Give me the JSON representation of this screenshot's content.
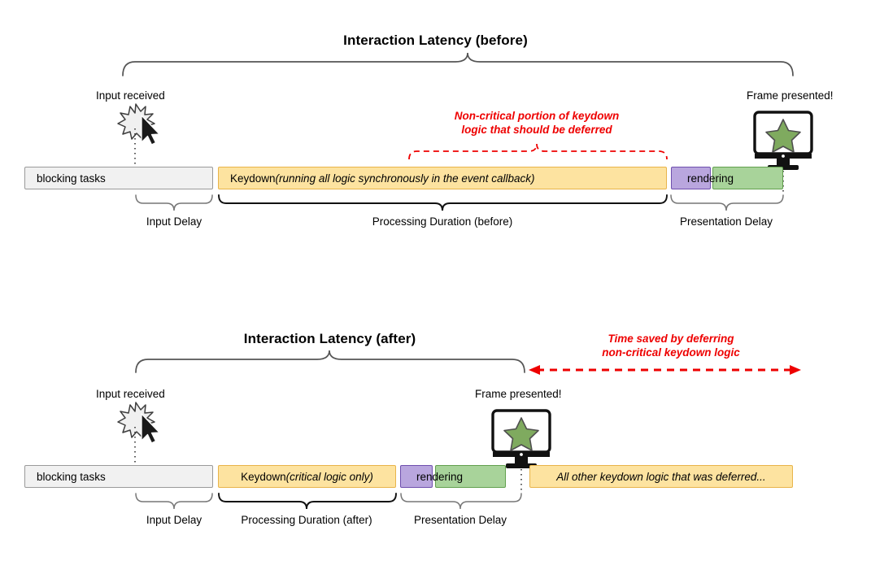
{
  "diagram": {
    "sections": [
      {
        "id": "before",
        "title": "Interaction Latency (before)",
        "input_label": "Input received",
        "frame_label": "Frame presented!",
        "annotation": {
          "line1": "Non-critical portion of keydown",
          "line2": "logic that should be deferred"
        },
        "bars": [
          {
            "id": "blocking-tasks",
            "label": "blocking tasks",
            "color": "#f1f1f1"
          },
          {
            "id": "keydown",
            "label_plain": "Keydown ",
            "label_italic": "(running all logic synchronously in the event callback)",
            "color": "#fde3a0"
          },
          {
            "id": "pre-render",
            "label": "",
            "color": "#b9a6de"
          },
          {
            "id": "rendering",
            "label": "rendering",
            "color": "#a8d39a"
          }
        ],
        "segments": [
          {
            "id": "input-delay",
            "label": "Input Delay"
          },
          {
            "id": "processing-duration",
            "label": "Processing Duration (before)"
          },
          {
            "id": "presentation-delay",
            "label": "Presentation Delay"
          }
        ]
      },
      {
        "id": "after",
        "title": "Interaction Latency (after)",
        "input_label": "Input received",
        "frame_label": "Frame presented!",
        "annotation": {
          "line1": "Time saved by deferring",
          "line2": "non-critical keydown logic"
        },
        "bars": [
          {
            "id": "blocking-tasks",
            "label": "blocking tasks",
            "color": "#f1f1f1"
          },
          {
            "id": "keydown",
            "label_plain": "Keydown ",
            "label_italic": "(critical logic only)",
            "color": "#fde3a0"
          },
          {
            "id": "pre-render",
            "label": "",
            "color": "#b9a6de"
          },
          {
            "id": "rendering",
            "label": "rendering",
            "color": "#a8d39a"
          },
          {
            "id": "deferred",
            "label": "All other keydown logic that was deferred...",
            "color": "#fde3a0"
          }
        ],
        "segments": [
          {
            "id": "input-delay",
            "label": "Input Delay"
          },
          {
            "id": "processing-duration",
            "label": "Processing Duration (after)"
          },
          {
            "id": "presentation-delay",
            "label": "Presentation Delay"
          }
        ]
      }
    ],
    "colors": {
      "blocking": "#f1f1f1",
      "keydown": "#fde3a0",
      "prerender": "#b9a6de",
      "rendering": "#a8d39a",
      "annotation_red": "#ee0000",
      "brace": "#555555",
      "text": "#000000"
    },
    "icons": {
      "input": "cursor-burst-icon",
      "frame": "monitor-star-icon"
    }
  }
}
